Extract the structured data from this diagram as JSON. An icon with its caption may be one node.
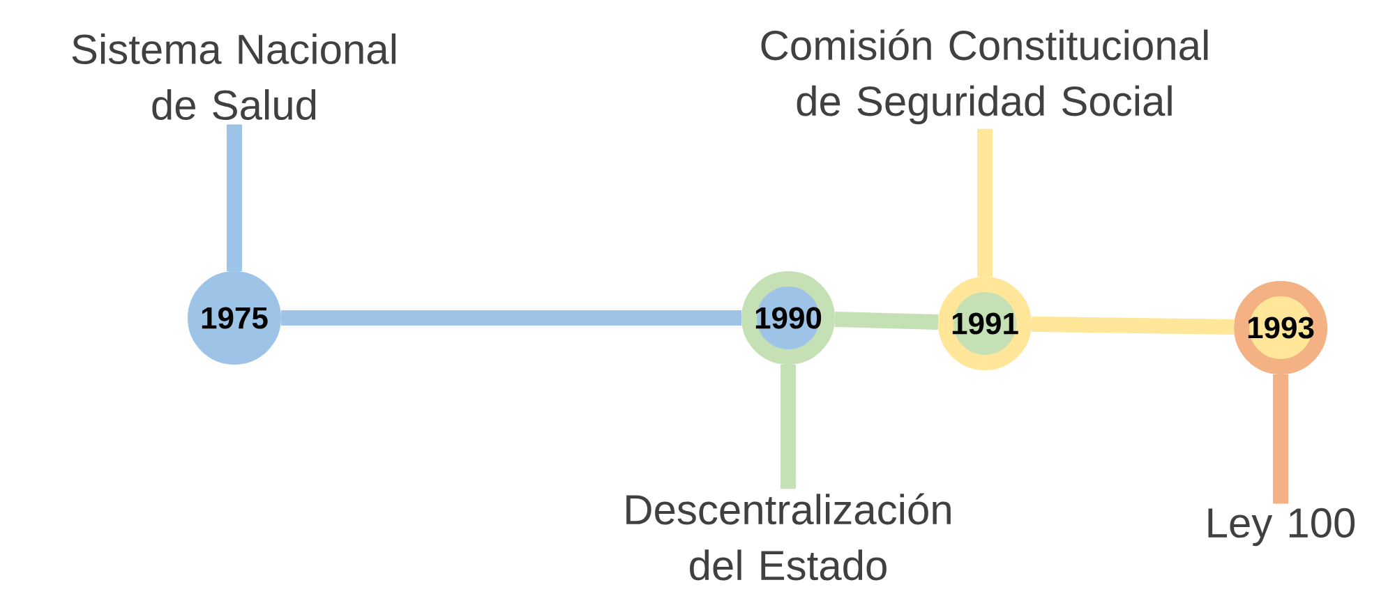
{
  "diagram": {
    "nodes": [
      {
        "text": [
          "1975"
        ]
      },
      {
        "text": [
          "1990"
        ]
      },
      {
        "text": [
          "1991"
        ]
      },
      {
        "text": [
          "1993"
        ]
      },
      {
        "text": [
          "Sistema Nacional de Salud"
        ]
      },
      {
        "text": [
          "Comisión Constitucional de Seguridad Social"
        ]
      },
      {
        "text": [
          "Descentralización del Estado"
        ]
      },
      {
        "text": [
          "Ley 100"
        ]
      }
    ],
    "edges": [
      {
        "from": 0,
        "to": 1,
        "arrow": "none",
        "color": "#9dc3e6"
      },
      {
        "from": 1,
        "to": 2,
        "arrow": "none",
        "color": "#c5e0b4"
      },
      {
        "from": 2,
        "to": 3,
        "arrow": "none",
        "color": "#ffe699"
      },
      {
        "from": 4,
        "to": 0,
        "arrow": "none",
        "color": "#9dc3e6"
      },
      {
        "from": 5,
        "to": 2,
        "arrow": "none",
        "color": "#ffe699"
      },
      {
        "from": 6,
        "to": 1,
        "arrow": "none",
        "color": "#c5e0b4"
      },
      {
        "from": 7,
        "to": 3,
        "arrow": "none",
        "color": "#f4b183"
      }
    ]
  }
}
